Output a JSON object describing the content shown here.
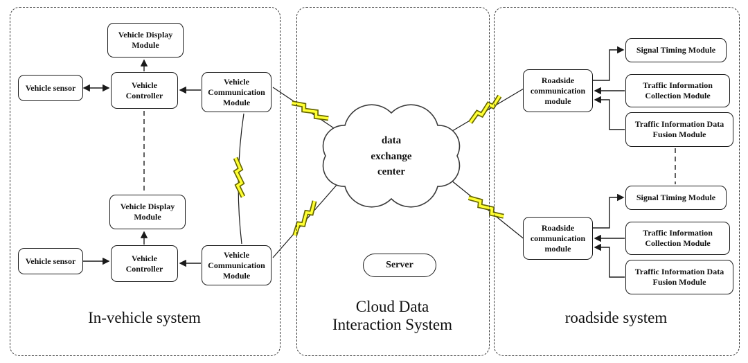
{
  "diagram": {
    "in_vehicle": {
      "label": "In-vehicle system",
      "groups": [
        {
          "display": "Vehicle Display Module",
          "sensor": "Vehicle sensor",
          "controller": "Vehicle Controller",
          "comm": "Vehicle Communication Module"
        },
        {
          "display": "Vehicle Display Module",
          "sensor": "Vehicle sensor",
          "controller": "Vehicle Controller",
          "comm": "Vehicle Communication Module"
        }
      ]
    },
    "cloud_system": {
      "label_line1": "Cloud Data",
      "label_line2": "Interaction System",
      "cloud": "data exchange center",
      "server": "Server"
    },
    "roadside": {
      "label": "roadside system",
      "groups": [
        {
          "comm": "Roadside communication module",
          "signal": "Signal Timing Module",
          "collection": "Traffic Information Collection Module",
          "fusion": "Traffic Information Data Fusion Module"
        },
        {
          "comm": "Roadside communication module",
          "signal": "Signal Timing Module",
          "collection": "Traffic Information Collection Module",
          "fusion": "Traffic Information Data Fusion Module"
        }
      ]
    },
    "colors": {
      "line": "#1a1a1a",
      "bolt_fill": "#ffff33",
      "bolt_outline": "#666600"
    }
  }
}
